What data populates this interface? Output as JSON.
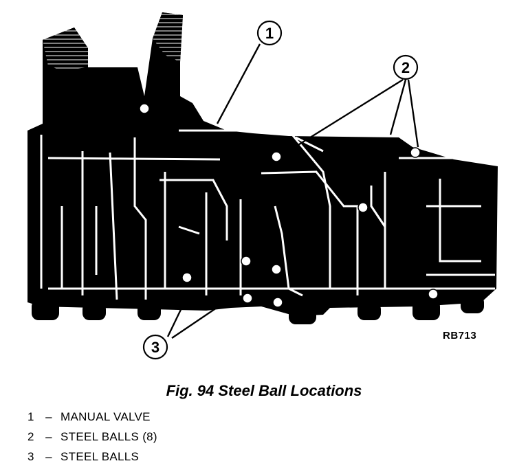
{
  "figure": {
    "ref_code": "RB713",
    "caption": "Fig. 94 Steel Ball Locations"
  },
  "callouts": [
    {
      "number": "1"
    },
    {
      "number": "2"
    },
    {
      "number": "3"
    }
  ],
  "legend": [
    {
      "number": "1",
      "dash": "–",
      "label": "MANUAL VALVE"
    },
    {
      "number": "2",
      "dash": "–",
      "label": "STEEL BALLS (8)"
    },
    {
      "number": "3",
      "dash": "–",
      "label": "STEEL BALLS"
    }
  ],
  "colors": {
    "ink": "#000000",
    "paper": "#ffffff"
  }
}
